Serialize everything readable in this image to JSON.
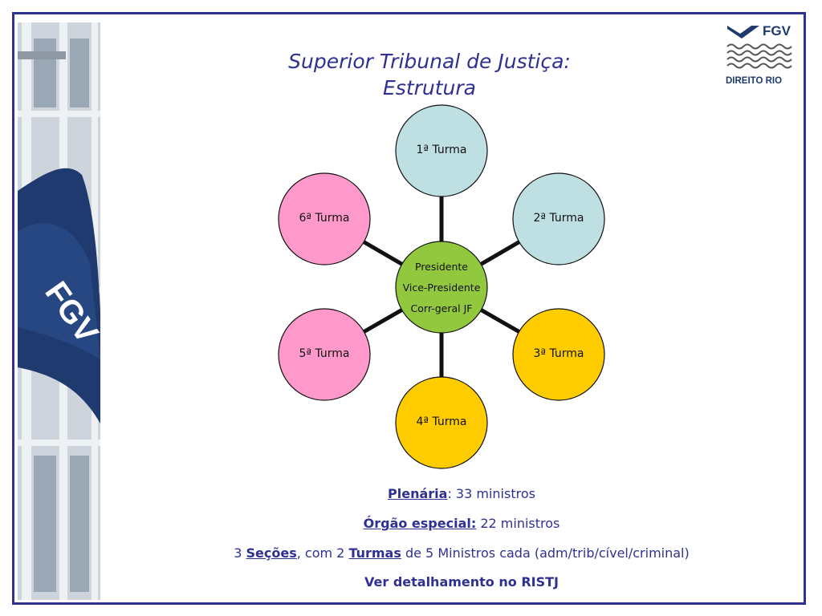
{
  "title": {
    "line1": "Superior Tribunal de Justiça:",
    "line2": "Estrutura"
  },
  "logo": {
    "brand": "FGV",
    "subtitle": "DIREITO RIO"
  },
  "photo": {
    "flag_text": "FGV"
  },
  "diagram": {
    "center": {
      "lines": [
        "Presidente",
        "Vice-Presidente",
        "Corr-geral JF"
      ],
      "color": "#92c83e"
    },
    "turmas": [
      {
        "label": "1ª Turma",
        "color": "#bfe0e3"
      },
      {
        "label": "2ª Turma",
        "color": "#bfe0e3"
      },
      {
        "label": "3ª Turma",
        "color": "#ffcc00"
      },
      {
        "label": "4ª Turma",
        "color": "#ffcc00"
      },
      {
        "label": "5ª Turma",
        "color": "#ff99cc"
      },
      {
        "label": "6ª Turma",
        "color": "#ff99cc"
      }
    ]
  },
  "info": {
    "plenaria_label": "Plenária",
    "plenaria_value": ": 33 ministros",
    "orgao_label": "Órgão especial:",
    "orgao_value": " 22 ministros",
    "secoes_prefix": "3 ",
    "secoes_label": "Seções",
    "secoes_mid": ", com 2 ",
    "turmas_label": "Turmas",
    "secoes_suffix": " de 5 Ministros cada (adm/trib/cível/criminal)",
    "ristj": "Ver detalhamento no RISTJ"
  },
  "colors": {
    "accent": "#2e3192"
  }
}
